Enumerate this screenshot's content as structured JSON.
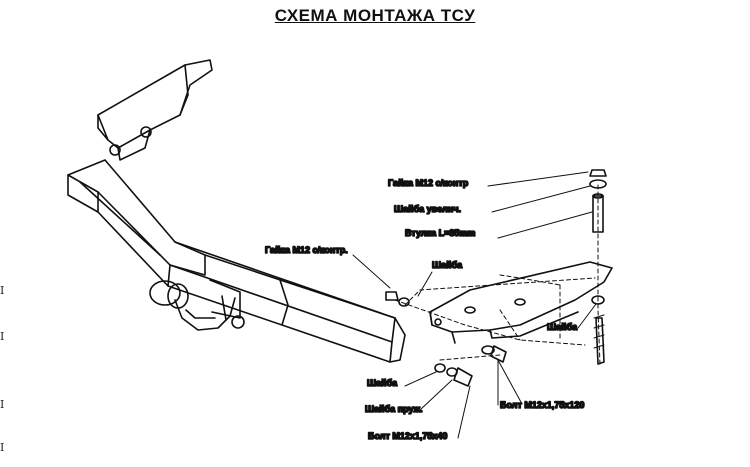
{
  "title": "СХЕМА МОНТАЖА ТСУ",
  "labels": {
    "nut_m12_a": "Гайка М12 с/контр",
    "washer_large": "Шайба увелич.",
    "sleeve": "Втулка L=85mm",
    "nut_m12_b": "Гайка М12 с/контр.",
    "washer_top": "Шайба",
    "washer_right": "Шайба",
    "washer_left": "Шайба",
    "spring_washer": "Шайба пруж.",
    "bolt_40": "Болт М12х1,75х40",
    "bolt_120": "Болт М12х1,75х120"
  },
  "edge_marks": [
    "I",
    "I",
    "I",
    "I"
  ]
}
